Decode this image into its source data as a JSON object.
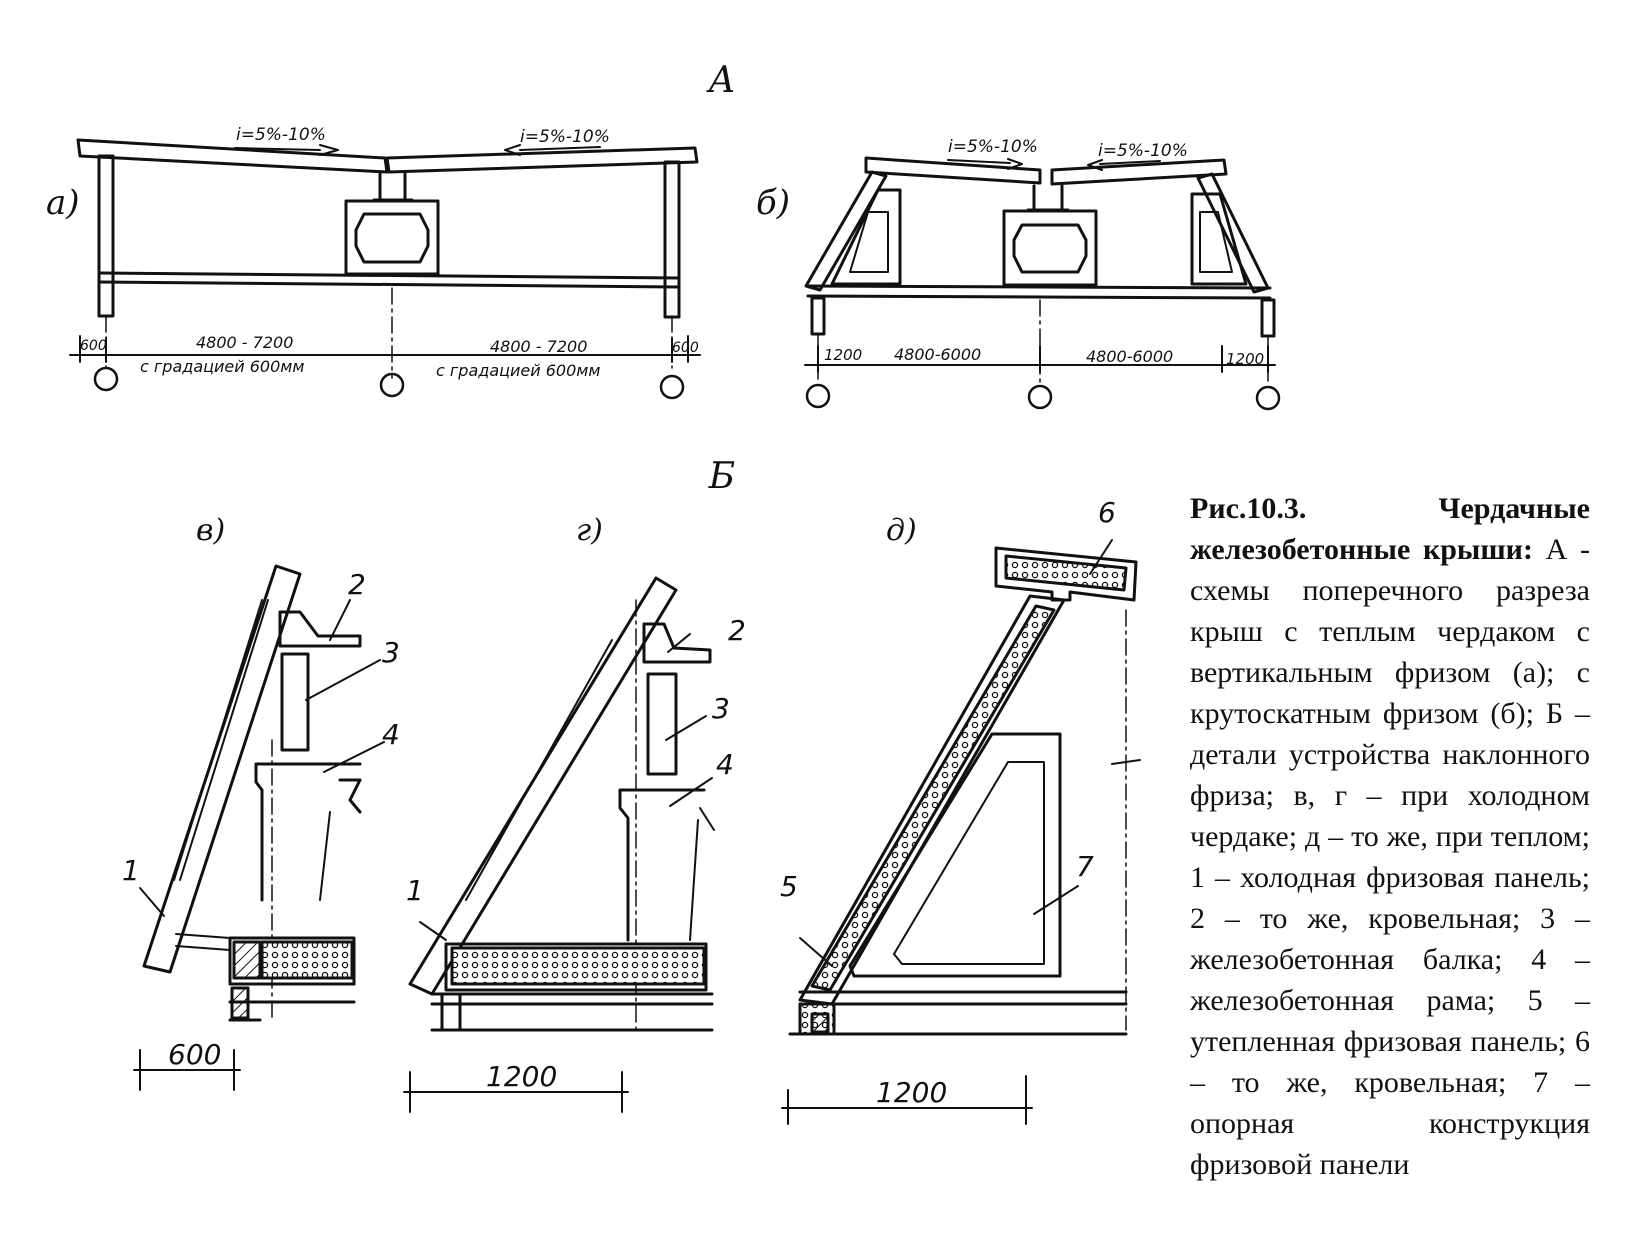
{
  "section_labels": {
    "a_section": "А",
    "b_section": "Б"
  },
  "subfigures": {
    "a": "а)",
    "b": "б)",
    "v": "в)",
    "g": "г)",
    "d": "д)"
  },
  "slopes": {
    "a_left": "i=5%-10%",
    "a_right": "i=5%-10%",
    "b_left": "i=5%-10%",
    "b_right": "i=5%-10%"
  },
  "dims_a": {
    "left_edge": "600",
    "span_left": "4800 - 7200",
    "span_left_note": "с градацией 600мм",
    "span_right": "4800 - 7200",
    "span_right_note": "с градацией 600мм",
    "right_edge": "600"
  },
  "dims_b": {
    "left_edge": "1200",
    "span_left": "4800-6000",
    "span_right": "4800-6000",
    "right_edge": "1200"
  },
  "detail_dims": {
    "v": "600",
    "g": "1200",
    "d": "1200"
  },
  "callouts": {
    "c1": "1",
    "c2": "2",
    "c3": "3",
    "c4": "4",
    "c5": "5",
    "c6": "6",
    "c7": "7"
  },
  "caption": {
    "title": "Рис.10.3. Чердачные железобетонные крыши:",
    "body": "А - схемы поперечного разреза крыш с теплым чердаком с вертикальным фризом (а); с крутоскатным фризом (б); Б – детали устройства наклонного фриза; в, г – при холодном чердаке; д – то же, при теплом; 1 – холодная фризовая панель; 2 – то же, кровельная; 3 – железобетонная балка; 4 – железобетонная рама; 5 – утепленная фризовая панель; 6 – то же, кровельная; 7 – опорная конструкция фризовой панели"
  }
}
